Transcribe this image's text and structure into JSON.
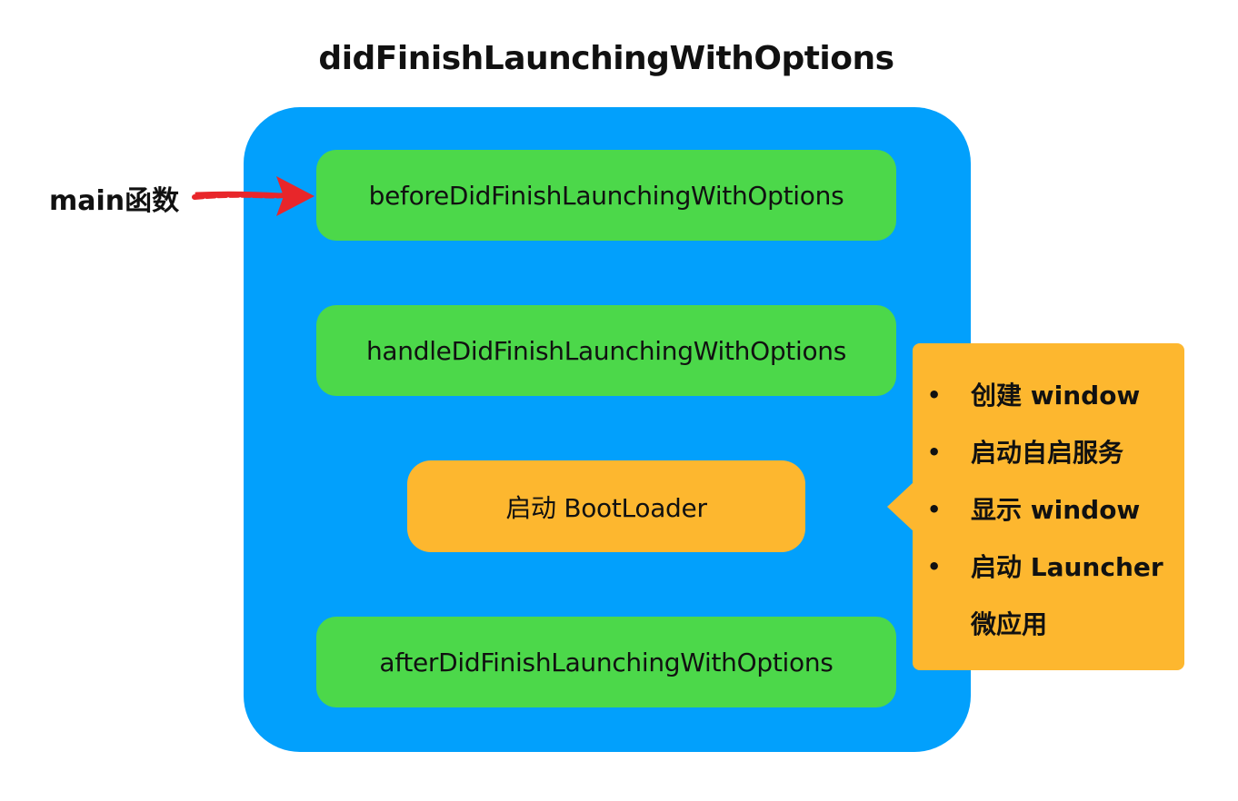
{
  "title": "didFinishLaunchingWithOptions",
  "entry_label": "main函数",
  "steps": [
    {
      "label": "beforeDidFinishLaunchingWithOptions"
    },
    {
      "label": "handleDidFinishLaunchingWithOptions"
    },
    {
      "label": "启动 BootLoader"
    },
    {
      "label": "afterDidFinishLaunchingWithOptions"
    }
  ],
  "callout": {
    "bullet": "•",
    "items": [
      "创建 window",
      "启动自启服务",
      "显示 window",
      "启动 Launcher 微应用"
    ]
  },
  "colors": {
    "container": "#02A0FC",
    "green_step": "#4CD84A",
    "orange": "#FDB72F",
    "arrow": "#E8262A",
    "text": "#111111"
  }
}
